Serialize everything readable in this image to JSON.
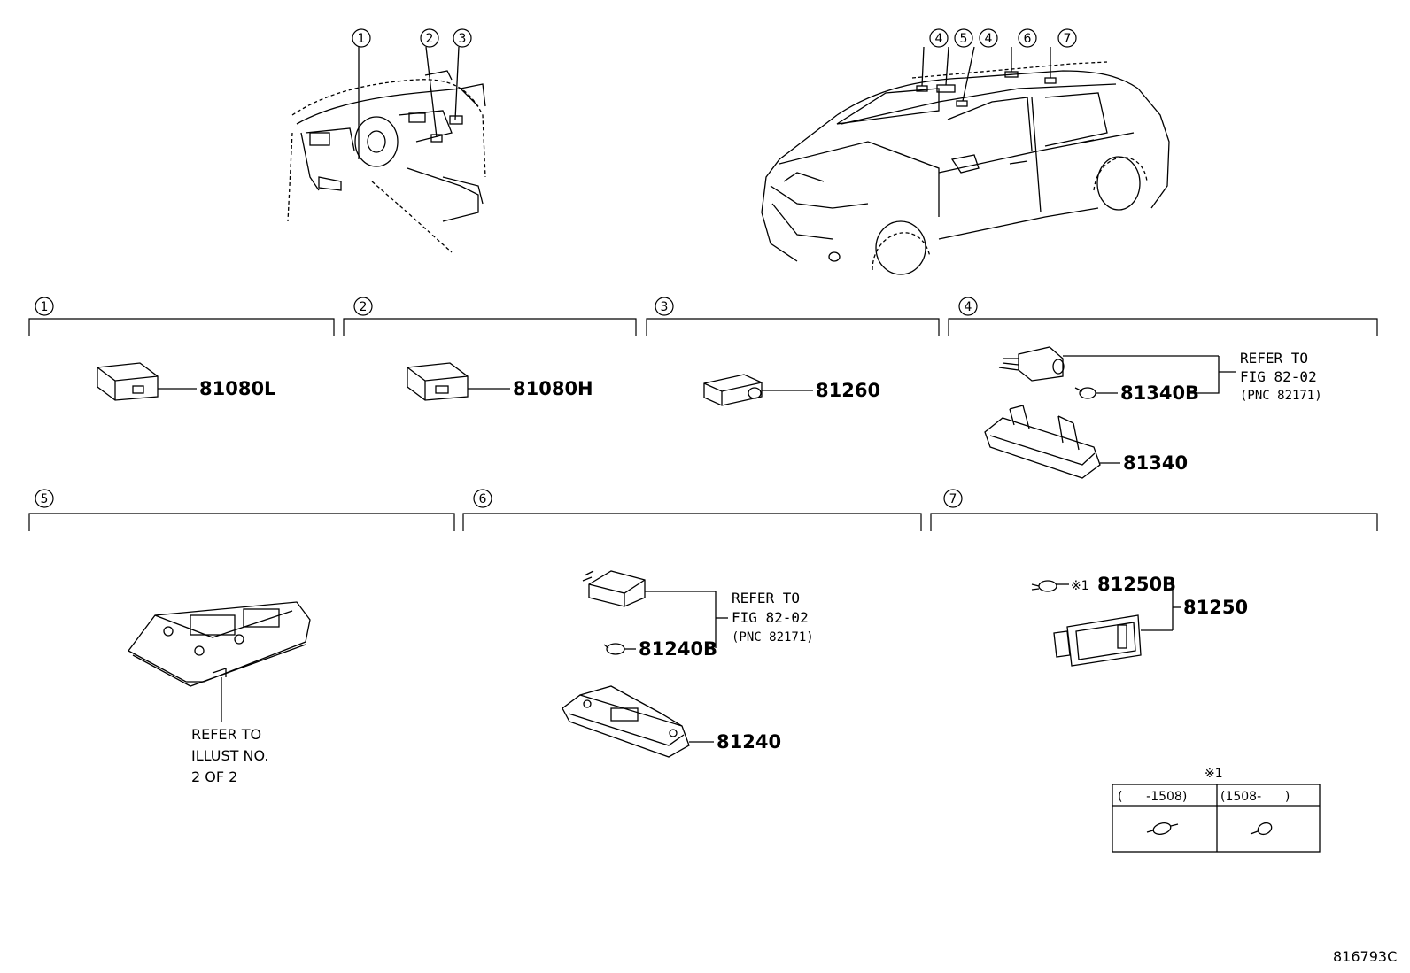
{
  "callouts": {
    "dash_view": [
      "1",
      "2",
      "3"
    ],
    "car_view": [
      "4",
      "5",
      "4",
      "6",
      "7"
    ]
  },
  "sections": [
    {
      "num": "1",
      "parts": [
        "81080L"
      ]
    },
    {
      "num": "2",
      "parts": [
        "81080H"
      ]
    },
    {
      "num": "3",
      "parts": [
        "81260"
      ]
    },
    {
      "num": "4",
      "parts": [
        "81340B",
        "81340"
      ],
      "refer": [
        "REFER TO",
        "FIG 82-02",
        "(PNC 82171)"
      ]
    },
    {
      "num": "5",
      "refer": [
        "REFER TO",
        "ILLUST NO.",
        "2 OF 2"
      ]
    },
    {
      "num": "6",
      "parts": [
        "81240B",
        "81240"
      ],
      "refer": [
        "REFER TO",
        "FIG 82-02",
        "(PNC 82171)"
      ]
    },
    {
      "num": "7",
      "parts": [
        "81250B",
        "81250"
      ],
      "note_mark": "※1"
    }
  ],
  "note_table": {
    "title": "※1",
    "headers": [
      "(      -1508)",
      "(1508-      )"
    ]
  },
  "drawing_code": "816793C"
}
